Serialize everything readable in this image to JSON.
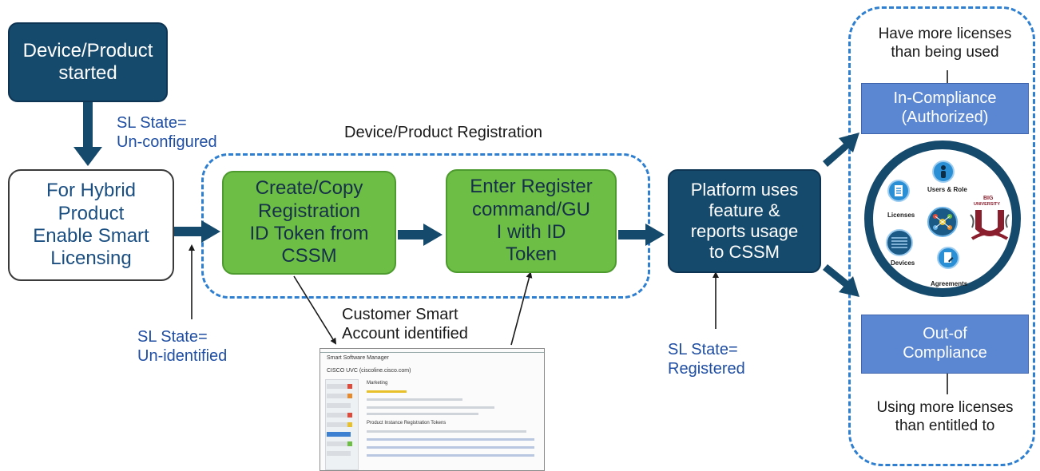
{
  "boxes": {
    "device_started": "Device/Product\nstarted",
    "hybrid": "For Hybrid\nProduct\nEnable Smart\nLicensing",
    "create_copy": "Create/Copy\nRegistration\nID Token from\nCSSM",
    "enter_register": "Enter Register\ncommand/GU\nI with ID\nToken",
    "platform": "Platform uses\nfeature &\nreports usage\nto CSSM",
    "in_compliance": "In-Compliance\n(Authorized)",
    "out_compliance": "Out-of\nCompliance"
  },
  "labels": {
    "registration_title": "Device/Product Registration",
    "state_unconfigured": "SL State=\nUn-configured",
    "state_unidentified": "SL State=\nUn-identified",
    "state_registered": "SL State=\nRegistered",
    "customer_account": "Customer Smart\nAccount identified",
    "more_licenses": "Have more licenses\nthan being used",
    "using_more": "Using more licenses\nthan entitled to"
  },
  "circle": {
    "users_role": "Users & Role",
    "licenses": "Licenses",
    "devices": "Devices",
    "agreements": "Agreements",
    "logo_big": "BIG",
    "logo_university": "UNIVERSITY",
    "logo_letter": "U"
  },
  "screenshot": {
    "header": "Smart Software Manager",
    "account": "CISCO UVC (ciscoline.cisco.com)",
    "section": "Marketing",
    "table_title": "Product Instance Registration Tokens"
  }
}
